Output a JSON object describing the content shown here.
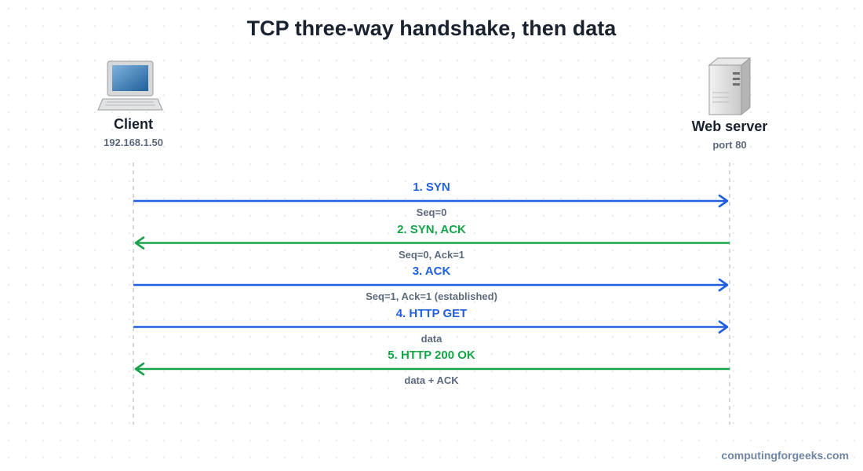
{
  "title": "TCP three-way handshake, then data",
  "client": {
    "name": "Client",
    "address": "192.168.1.50",
    "icon": "laptop-icon"
  },
  "server": {
    "name": "Web server",
    "address": "port 80",
    "icon": "server-tower-icon"
  },
  "messages": [
    {
      "label": "1. SYN",
      "detail": "Seq=0",
      "direction": "client-to-server",
      "color": "#1f5fe0"
    },
    {
      "label": "2. SYN, ACK",
      "detail": "Seq=0, Ack=1",
      "direction": "server-to-client",
      "color": "#16a34a"
    },
    {
      "label": "3. ACK",
      "detail": "Seq=1, Ack=1 (established)",
      "direction": "client-to-server",
      "color": "#1f5fe0"
    },
    {
      "label": "4. HTTP GET",
      "detail": "data",
      "direction": "client-to-server",
      "color": "#1f5fe0"
    },
    {
      "label": "5. HTTP 200 OK",
      "detail": "data + ACK",
      "direction": "server-to-client",
      "color": "#16a34a"
    }
  ],
  "watermark": "computingforgeeks.com"
}
